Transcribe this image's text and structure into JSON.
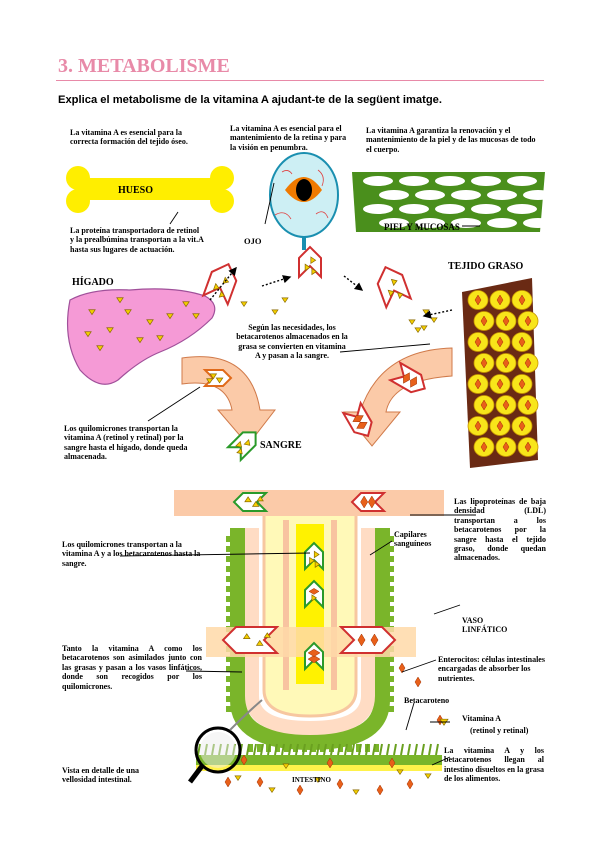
{
  "page": {
    "heading": "3. METABOLISME",
    "prompt": "Explica el metabolisme de la vitamina A ajudant-te de la següent imatge."
  },
  "diagram": {
    "labels": {
      "hueso": "HUESO",
      "ojo": "OJO",
      "piel": "PIEL Y MUCOSAS",
      "higado": "HÍGADO",
      "tejido_graso": "TEJIDO GRASO",
      "sangre": "SANGRE",
      "intestino": "INTESTINO",
      "capilares": "Capilares sanguíneos",
      "vaso": "VASO LINFÁTICO",
      "betacaroteno": "Betacaroteno",
      "vitamina_a": "Vitamina A",
      "vitamina_a_sub": "(retinol y retinal)"
    },
    "texts": {
      "hueso_note": "La vitamina A es esencial para la correcta formación del tejido óseo.",
      "ojo_note": "La vitamina A es esencial para el mantenimiento de la retina y para la visión en penumbra.",
      "piel_note": "La vitamina A garantiza la renovación y el mantenimiento de la piel y de las mucosas de todo el cuerpo.",
      "proteina": "La proteína transportadora de retinol y la prealbúmina transportan a la vit.A hasta sus lugares de actuación.",
      "necesidades": "Según las necesidades, los betacarotenos almacenados en la grasa se convierten en vitamina A y pasan a la sangre.",
      "quilo_higado": "Los quilomicrones transportan la vitamina A (retinol y retinal) por la sangre hasta el hígado, donde queda almacenada.",
      "ldl": "Las lipoproteínas de baja densidad (LDL) transportan a los betacarotenos por la sangre hasta el tejido graso, donde quedan almacenados.",
      "quilo_sangre": "Los quilomicrones transportan a la vitamina A y a los betacarotenos hasta la sangre.",
      "asimilados": "Tanto la vitamina A como los betacarotenos son asimilados junto con las grasas y pasan a los vasos linfáticos, donde son recogidos por los quilomicrones.",
      "enterocitos": "Enterocitos: células intestinales encargadas de absorber los nutrientes.",
      "llegan": "La vitamina A y los betacarotenos llegan al intestino disueltos en la grasa de los alimentos.",
      "vista": "Vista en detalle de una vellosidad intestinal."
    }
  }
}
